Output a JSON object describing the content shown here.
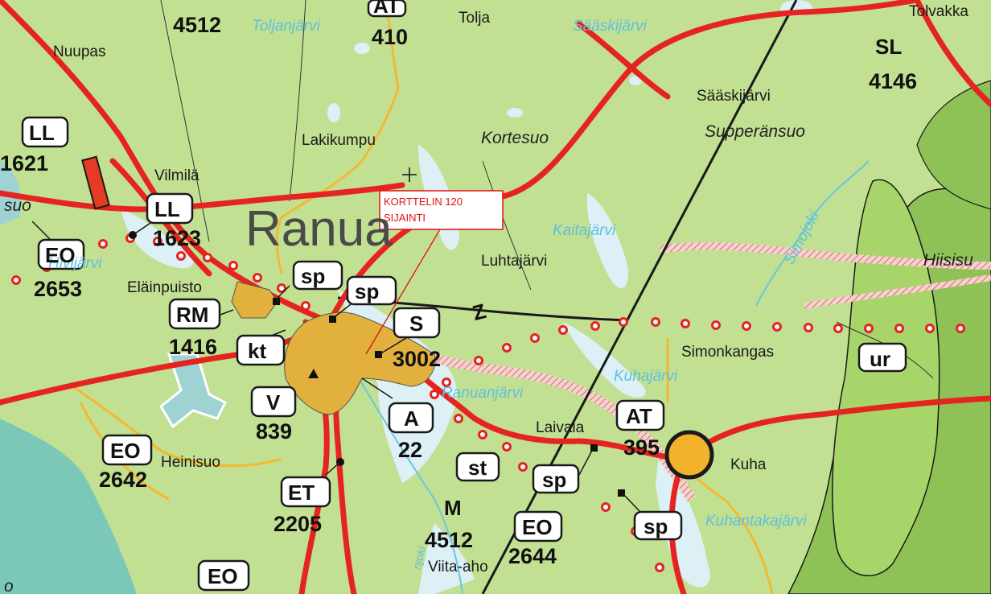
{
  "town_name": "Ranua",
  "callout": {
    "line1": "KORTTELIN 120",
    "line2": "SIJAINTI"
  },
  "places": {
    "nuupas": "Nuupas",
    "tolja": "Tolja",
    "lakikumpu": "Lakikumpu",
    "vilmila": "Vilmilä",
    "elainpuisto": "Eläinpuisto",
    "luhtajarvi": "Luhtajärvi",
    "sauskijarvi": "Sääskijärvi",
    "simonkangas": "Simonkangas",
    "laivala": "Laivala",
    "heinisuo": "Heinisuo",
    "kuha": "Kuha",
    "viita_aho": "Viita-aho",
    "tolvakka": "Tolvakka",
    "kortesuo": "Kortesuo",
    "supperansuo": "Supperänsuo",
    "hiisisuo": "Hiisisu",
    "suo_left": "suo",
    "bottom_left": "o"
  },
  "lakes": {
    "toljanjarvi": "Toljanjärvi",
    "saaskijarvi_lake": "Sääskijärvi",
    "kaitajarvi": "Kaitajärvi",
    "simojoki": "Simojoki",
    "kuhajarvi": "Kuhajärvi",
    "ranuanjarvi": "Ranuanjärvi",
    "kuhantakajarvi": "Kuhantakajärvi",
    "hivijarvi": "Hivijärvi",
    "joki": "njoki"
  },
  "labels": {
    "at_top": {
      "code": "AT",
      "num": "410"
    },
    "sl": {
      "code": "SL",
      "num": "4146"
    },
    "ll1621": {
      "code": "LL",
      "num": "1621"
    },
    "ll1623": {
      "code": "LL",
      "num": "1623"
    },
    "eo2653": {
      "code": "EO",
      "num": "2653"
    },
    "rm1416": {
      "code": "RM",
      "num": "1416"
    },
    "sp1": {
      "code": "sp"
    },
    "sp2": {
      "code": "sp"
    },
    "kt": {
      "code": "kt"
    },
    "s3002": {
      "code": "S",
      "num": "3002"
    },
    "v839": {
      "code": "V",
      "num": "839"
    },
    "a22": {
      "code": "A",
      "num": "22"
    },
    "eo2642": {
      "code": "EO",
      "num": "2642"
    },
    "et2205": {
      "code": "ET",
      "num": "2205"
    },
    "st": {
      "code": "st"
    },
    "sp3": {
      "code": "sp"
    },
    "at395": {
      "code": "AT",
      "num": "395"
    },
    "sp4": {
      "code": "sp"
    },
    "m4512": {
      "code": "M",
      "num": "4512"
    },
    "eo2644": {
      "code": "EO",
      "num": "2644"
    },
    "eo_bottom": {
      "code": "EO"
    },
    "ur": {
      "code": "ur"
    },
    "top4512": {
      "num": "4512"
    },
    "z": {
      "code": "Z"
    }
  },
  "colors": {
    "base": "#bfe08f",
    "lake": "#dcf0f6",
    "dark_lake": "#9fd3d3",
    "forest": "#9ccd5a",
    "road": "#e52421",
    "minor_road": "#f5b830",
    "town": "#e6b23a",
    "hatch": "#e8a7a0"
  }
}
